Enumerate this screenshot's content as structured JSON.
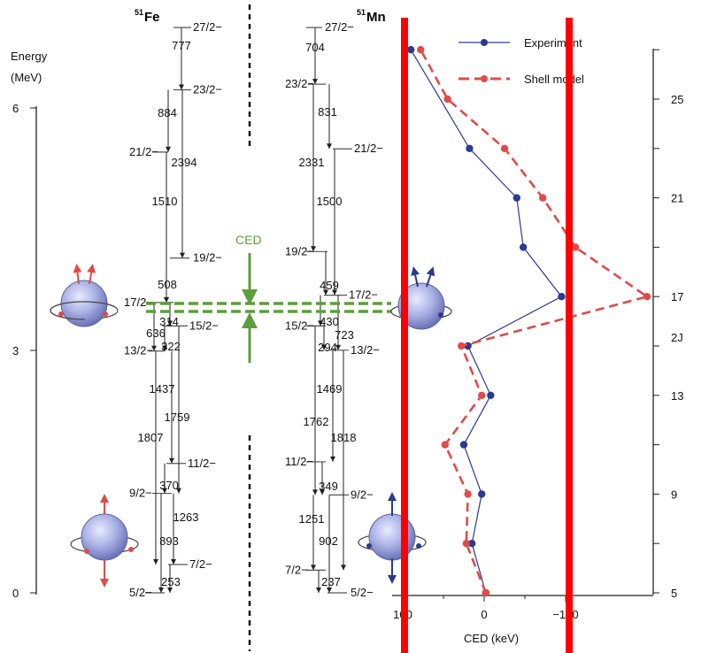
{
  "energy_axis": {
    "title_line1": "Energy",
    "title_line2": "(MeV)",
    "ticks": [
      "0",
      "3",
      "6"
    ]
  },
  "spin_axis": {
    "title": "2J",
    "ticks": [
      "5",
      "9",
      "13",
      "17",
      "21",
      "25"
    ]
  },
  "ced_label": "CED",
  "fe51": {
    "name": "Fe",
    "mass": "51",
    "levels": [
      {
        "spin": "27/2−",
        "energy_mev": 6.99
      },
      {
        "spin": "23/2−",
        "energy_mev": 6.22
      },
      {
        "spin": "21/2−",
        "energy_mev": 5.45
      },
      {
        "spin": "19/2−",
        "energy_mev": 4.14
      },
      {
        "spin": "17/2−",
        "energy_mev": 3.59
      },
      {
        "spin": "15/2−",
        "energy_mev": 3.3
      },
      {
        "spin": "13/2−",
        "energy_mev": 2.99
      },
      {
        "spin": "11/2−",
        "energy_mev": 1.6
      },
      {
        "spin": "9/2−",
        "energy_mev": 1.23
      },
      {
        "spin": "7/2−",
        "energy_mev": 0.35
      },
      {
        "spin": "5/2−",
        "energy_mev": 0.0
      }
    ],
    "transitions": [
      "777",
      "884",
      "2394",
      "1510",
      "508",
      "314",
      "636",
      "322",
      "1759",
      "1437",
      "1807",
      "370",
      "1263",
      "893",
      "253"
    ]
  },
  "mn51": {
    "name": "Mn",
    "mass": "51",
    "levels": [
      {
        "spin": "27/2−",
        "energy_mev": 6.99
      },
      {
        "spin": "23/2−",
        "energy_mev": 6.29
      },
      {
        "spin": "21/2−",
        "energy_mev": 5.49
      },
      {
        "spin": "19/2−",
        "energy_mev": 4.22
      },
      {
        "spin": "17/2−",
        "energy_mev": 3.68
      },
      {
        "spin": "15/2−",
        "energy_mev": 3.3
      },
      {
        "spin": "13/2−",
        "energy_mev": 3.0
      },
      {
        "spin": "11/2−",
        "energy_mev": 1.62
      },
      {
        "spin": "9/2−",
        "energy_mev": 1.21
      },
      {
        "spin": "7/2−",
        "energy_mev": 0.28
      },
      {
        "spin": "5/2−",
        "energy_mev": 0.0
      }
    ],
    "transitions": [
      "704",
      "831",
      "2331",
      "1500",
      "459",
      "430",
      "723",
      "294",
      "1762",
      "1469",
      "1818",
      "349",
      "1251",
      "902",
      "237"
    ]
  },
  "chart_data": {
    "type": "line",
    "xlabel": "CED (keV)",
    "ylabel": "2J",
    "xlim": [
      100,
      -200
    ],
    "ylim": [
      5,
      28
    ],
    "x_ticks": [
      "100",
      "0",
      "−100"
    ],
    "series": [
      {
        "name": "Experiment",
        "color": "#2b3a8f",
        "points": [
          [
            -2,
            5
          ],
          [
            15,
            7
          ],
          [
            3,
            9
          ],
          [
            25,
            11
          ],
          [
            -8,
            13
          ],
          [
            20,
            15
          ],
          [
            -95,
            17
          ],
          [
            -48,
            19
          ],
          [
            -40,
            21
          ],
          [
            18,
            23
          ],
          [
            90,
            27
          ]
        ]
      },
      {
        "name": "Shell model",
        "color": "#e04a4a",
        "points": [
          [
            -2,
            5
          ],
          [
            22,
            7
          ],
          [
            20,
            9
          ],
          [
            48,
            11
          ],
          [
            3,
            13
          ],
          [
            28,
            15
          ],
          [
            -200,
            17
          ],
          [
            -112,
            19
          ],
          [
            -72,
            21
          ],
          [
            -25,
            23
          ],
          [
            45,
            25
          ],
          [
            78,
            27
          ]
        ]
      }
    ]
  },
  "colors": {
    "red_bar": "#ff0000",
    "ced_green": "#5c9e3a",
    "experiment": "#2b3a8f",
    "shell_model": "#e04a4a",
    "sphere": "#a9b0e4"
  }
}
